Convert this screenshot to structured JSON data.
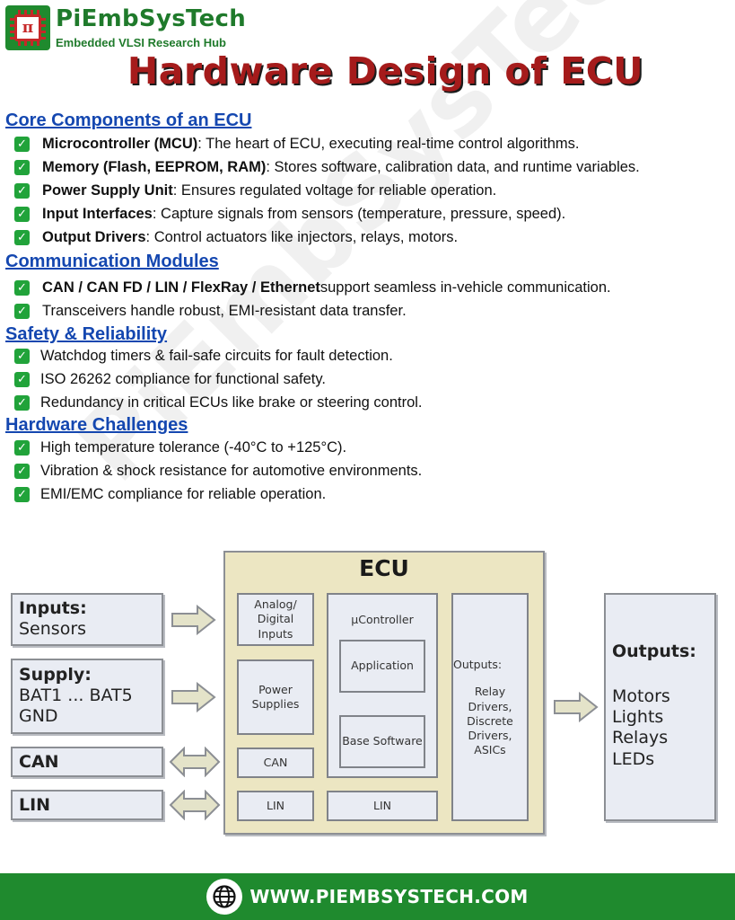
{
  "header": {
    "brand_name": "PiEmbSysTech",
    "brand_subtitle": "Embedded VLSI Research Hub",
    "logo_glyph": "π",
    "title": "Hardware Design of ECU",
    "watermark": "PiEmbSysTech"
  },
  "sections": [
    {
      "title": "Core Components of an ECU",
      "items": [
        {
          "bold": "Microcontroller (MCU)",
          "text": ": The heart of ECU, executing real-time control algorithms."
        },
        {
          "bold": "Memory (Flash, EEPROM, RAM)",
          "text": ": Stores software, calibration data, and runtime variables."
        },
        {
          "bold": "Power Supply Unit",
          "text": ": Ensures regulated voltage for reliable operation."
        },
        {
          "bold": "Input Interfaces",
          "text": ": Capture signals from sensors (temperature, pressure, speed)."
        },
        {
          "bold": "Output Drivers",
          "text": ": Control actuators like injectors, relays, motors."
        }
      ]
    },
    {
      "title": "Communication Modules",
      "items": [
        {
          "bold": "CAN / CAN FD / LIN / FlexRay / Ethernet",
          "text": " support seamless in-vehicle communication."
        },
        {
          "bold": "",
          "text": "Transceivers handle robust, EMI-resistant data transfer."
        }
      ]
    },
    {
      "title": "Safety & Reliability",
      "items": [
        {
          "bold": "",
          "text": "Watchdog timers & fail-safe circuits for fault detection."
        },
        {
          "bold": "",
          "text": "ISO 26262 compliance for functional safety."
        },
        {
          "bold": "",
          "text": "Redundancy in critical ECUs like brake or steering control."
        }
      ]
    },
    {
      "title": "Hardware Challenges",
      "items": [
        {
          "bold": "",
          "text": "High temperature tolerance (-40°C to +125°C)."
        },
        {
          "bold": "",
          "text": "Vibration & shock resistance for automotive environments."
        },
        {
          "bold": "",
          "text": "EMI/EMC compliance for reliable operation."
        }
      ]
    }
  ],
  "diagram": {
    "ecu_title": "ECU",
    "inputs_title": "Inputs:",
    "inputs_text": "Sensors",
    "supply_title": "Supply:",
    "supply_line1": "BAT1 ... BAT5",
    "supply_line2": "GND",
    "can_label": "CAN",
    "lin_label": "LIN",
    "analog_digital": "Analog/ Digital Inputs",
    "power_supplies": "Power Supplies",
    "can_inner": "CAN",
    "lin_inner_left": "LIN",
    "lin_inner_mid": "LIN",
    "controller": "µController",
    "application": "Application",
    "base_software": "Base Software",
    "outputs_inner_title": "Outputs:",
    "outputs_inner_text": "Relay Drivers, Discrete Drivers, ASICs",
    "outputs_title": "Outputs:",
    "outputs_list": [
      "Motors",
      "Lights",
      "Relays",
      "LEDs"
    ]
  },
  "footer": {
    "url": "WWW.PIEMBSYSTECH.COM",
    "icon": "globe-icon"
  },
  "colors": {
    "brand_green": "#1f8a2e",
    "title_red": "#a51b1b",
    "section_blue": "#1447b0",
    "check_green": "#21a33a",
    "ecu_fill": "#ece6c2"
  }
}
